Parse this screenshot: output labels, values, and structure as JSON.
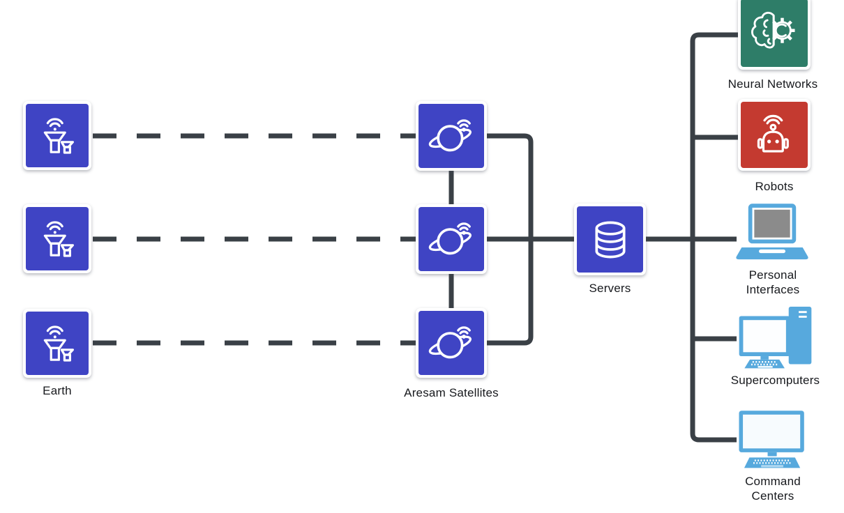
{
  "diagram": {
    "colors": {
      "node_blue": "#3f44c4",
      "endpoint_green": "#2e7d68",
      "endpoint_red": "#c43a30",
      "device_blue": "#57a9dd",
      "screen_gray": "#8b8b8b",
      "connector": "#3a4046",
      "canvas": "#ffffff"
    },
    "earth": {
      "label": "Earth",
      "icon": "ground-station-icon",
      "node_count": 3
    },
    "satellites": {
      "label": "Aresam Satellites",
      "icon": "satellite-planet-icon",
      "node_count": 3
    },
    "servers": {
      "label": "Servers",
      "icon": "database-icon"
    },
    "endpoints": [
      {
        "label": "Neural Networks",
        "icon": "brain-gear-icon",
        "color": "#2e7d68"
      },
      {
        "label": "Robots",
        "icon": "robot-icon",
        "color": "#c43a30"
      },
      {
        "label": "Personal Interfaces",
        "icon": "laptop-icon",
        "color": "#57a9dd"
      },
      {
        "label": "Supercomputers",
        "icon": "workstation-tower-icon",
        "color": "#57a9dd"
      },
      {
        "label": "Command Centers",
        "icon": "monitor-keyboard-icon",
        "color": "#57a9dd"
      }
    ]
  }
}
